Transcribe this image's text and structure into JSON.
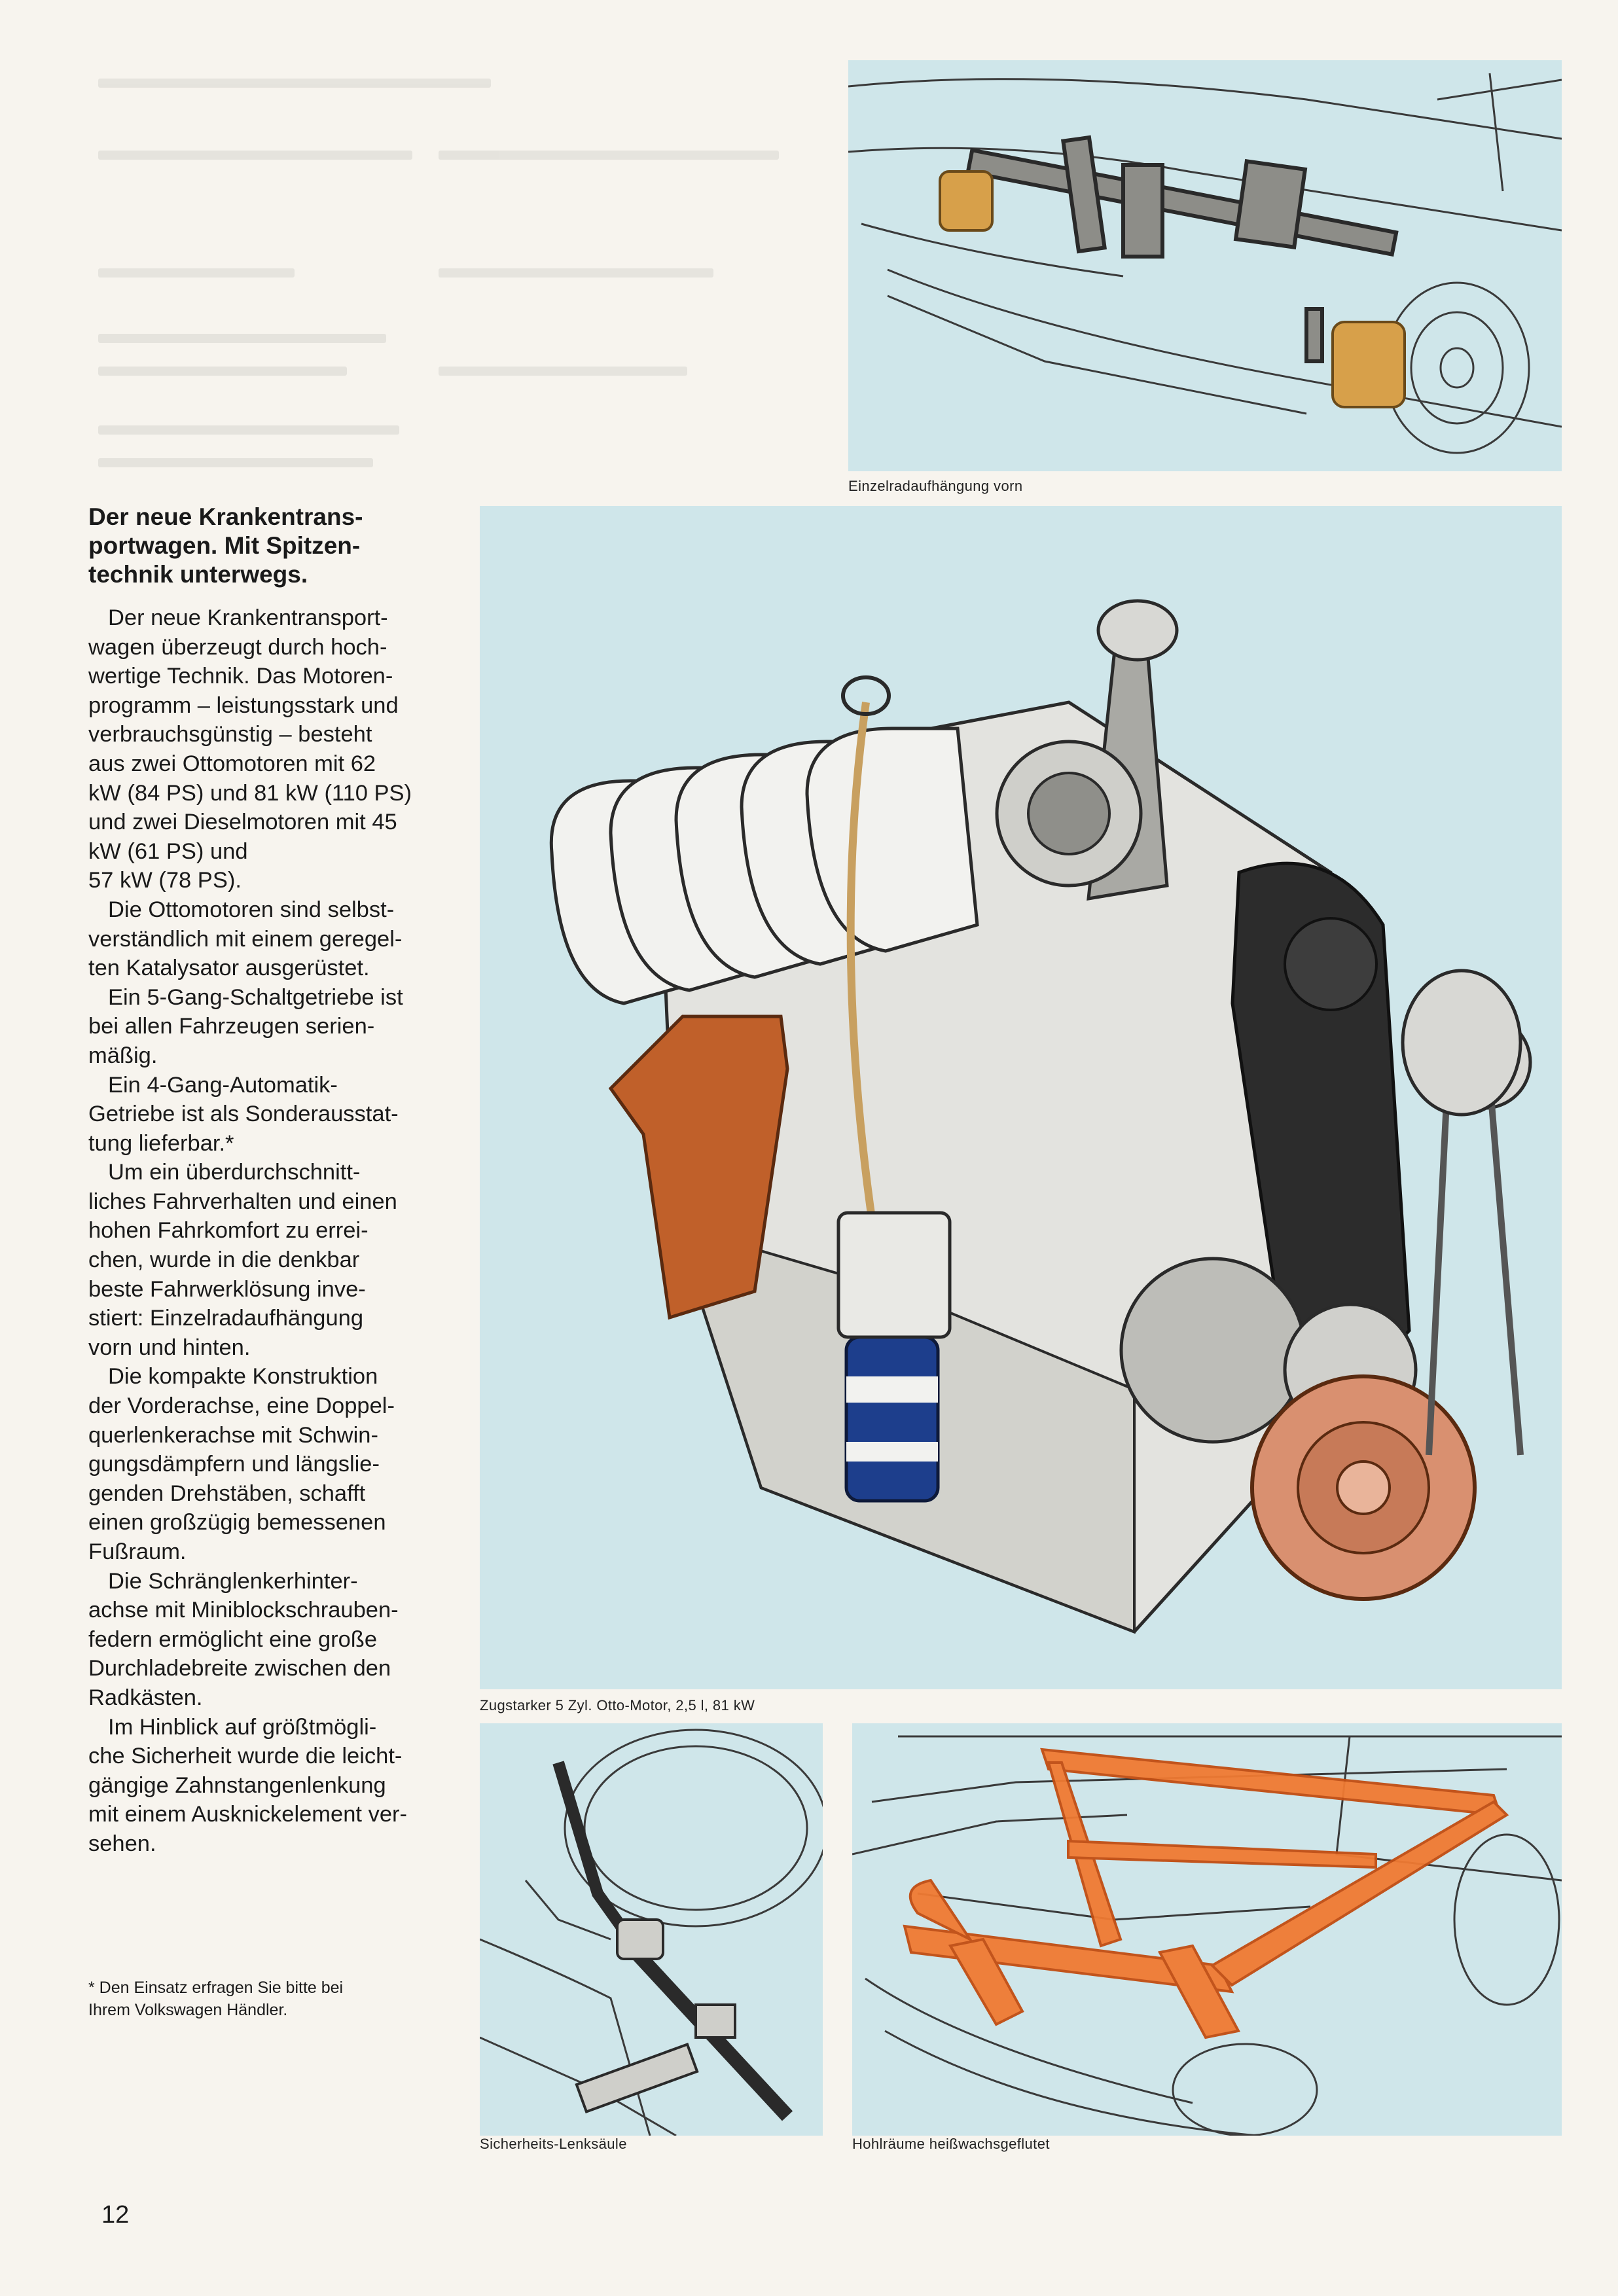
{
  "article": {
    "heading": "Der neue Krankentrans-\nportwagen. Mit Spitzen-\ntechnik unterwegs.",
    "paragraphs": [
      "Der neue Krankentransport-\nwagen überzeugt durch hoch-\nwertige Technik. Das Motoren-\nprogramm – leistungsstark und\nverbrauchsgünstig – besteht\naus zwei Ottomotoren mit 62\nkW (84 PS) und 81 kW (110 PS)\nund zwei Dieselmotoren mit 45\nkW (61 PS) und\n57 kW (78 PS).",
      "Die Ottomotoren sind selbst-\nverständlich mit einem geregel-\nten Katalysator ausgerüstet.",
      "Ein 5-Gang-Schaltgetriebe ist\nbei allen Fahrzeugen serien-\nmäßig.",
      "Ein 4-Gang-Automatik-\nGetriebe ist als Sonderausstat-\ntung lieferbar.*",
      "Um ein überdurchschnitt-\nliches Fahrverhalten und einen\nhohen Fahrkomfort zu errei-\nchen, wurde in die denkbar\nbeste Fahrwerklösung inve-\nstiert: Einzelradaufhängung\nvorn und hinten.",
      "Die kompakte Konstruktion\nder Vorderachse, eine Doppel-\nquerlenkerachse mit Schwin-\ngungsdämpfern und längslie-\ngenden Drehstäben, schafft\neinen großzügig bemessenen\nFußraum.",
      "Die Schränglenkerhinter-\nachse mit Miniblockschrauben-\nfedern ermöglicht eine große\nDurchladebreite zwischen den\nRadkästen.",
      "Im Hinblick auf größtmögli-\nche Sicherheit wurde die leicht-\ngängige Zahnstangenlenkung\nmit einem Ausknickelement ver-\nsehen."
    ],
    "footnote": "* Den Einsatz erfragen Sie bitte bei\n   Ihrem Volkswagen Händler."
  },
  "figures": {
    "suspension_caption": "Einzelradaufhängung vorn",
    "engine_caption": "Zugstarker 5 Zyl. Otto-Motor, 2,5 l, 81 kW",
    "steering_caption": "Sicherheits-Lenksäule",
    "cavity_caption": "Hohlräume heißwachsgeflutet"
  },
  "page_number": "12",
  "colors": {
    "figure_background": "#cfe6ea",
    "exhaust_orange": "#c0602a",
    "wax_orange": "#f07a32",
    "filter_blue": "#1d3e8c"
  }
}
